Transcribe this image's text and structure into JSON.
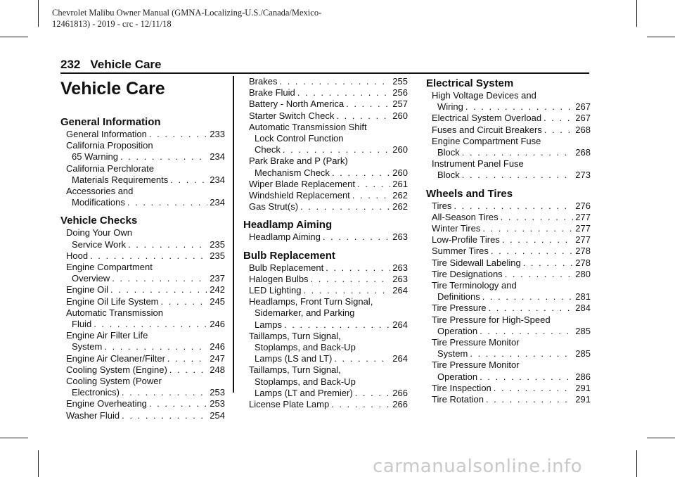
{
  "running_header": {
    "line1": "Chevrolet Malibu Owner Manual (GMNA-Localizing-U.S./Canada/Mexico-",
    "line2": "12461813) - 2019 - crc - 12/11/18"
  },
  "page_number": "232",
  "page_section": "Vehicle Care",
  "chapter_title": "Vehicle Care",
  "columns": [
    [
      {
        "title": "General Information",
        "entries": [
          {
            "lines": [
              "General Information"
            ],
            "page": "233"
          },
          {
            "lines": [
              "California Proposition",
              "65 Warning"
            ],
            "page": "234"
          },
          {
            "lines": [
              "California Perchlorate",
              "Materials Requirements"
            ],
            "page": "234"
          },
          {
            "lines": [
              "Accessories and",
              "Modifications"
            ],
            "page": "234"
          }
        ]
      },
      {
        "title": "Vehicle Checks",
        "entries": [
          {
            "lines": [
              "Doing Your Own",
              "Service Work"
            ],
            "page": "235"
          },
          {
            "lines": [
              "Hood"
            ],
            "page": "235"
          },
          {
            "lines": [
              "Engine Compartment",
              "Overview"
            ],
            "page": "237"
          },
          {
            "lines": [
              "Engine Oil"
            ],
            "page": "242"
          },
          {
            "lines": [
              "Engine Oil Life System"
            ],
            "page": "245"
          },
          {
            "lines": [
              "Automatic Transmission",
              "Fluid"
            ],
            "page": "246"
          },
          {
            "lines": [
              "Engine Air Filter Life",
              "System"
            ],
            "page": "246"
          },
          {
            "lines": [
              "Engine Air Cleaner/Filter"
            ],
            "page": "247"
          },
          {
            "lines": [
              "Cooling System (Engine)"
            ],
            "page": "248"
          },
          {
            "lines": [
              "Cooling System (Power",
              "Electronics)"
            ],
            "page": "253"
          },
          {
            "lines": [
              "Engine Overheating"
            ],
            "page": "253"
          },
          {
            "lines": [
              "Washer Fluid"
            ],
            "page": "254"
          }
        ]
      }
    ],
    [
      {
        "title": "",
        "entries": [
          {
            "lines": [
              "Brakes"
            ],
            "page": "255"
          },
          {
            "lines": [
              "Brake Fluid"
            ],
            "page": "256"
          },
          {
            "lines": [
              "Battery - North America"
            ],
            "page": "257"
          },
          {
            "lines": [
              "Starter Switch Check"
            ],
            "page": "260"
          },
          {
            "lines": [
              "Automatic Transmission Shift",
              "Lock Control Function",
              "Check"
            ],
            "page": "260"
          },
          {
            "lines": [
              "Park Brake and P (Park)",
              "Mechanism Check"
            ],
            "page": "260"
          },
          {
            "lines": [
              "Wiper Blade Replacement"
            ],
            "page": "261"
          },
          {
            "lines": [
              "Windshield Replacement"
            ],
            "page": "262"
          },
          {
            "lines": [
              "Gas Strut(s)"
            ],
            "page": "262"
          }
        ]
      },
      {
        "title": "Headlamp Aiming",
        "entries": [
          {
            "lines": [
              "Headlamp Aiming"
            ],
            "page": "263"
          }
        ]
      },
      {
        "title": "Bulb Replacement",
        "entries": [
          {
            "lines": [
              "Bulb Replacement"
            ],
            "page": "263"
          },
          {
            "lines": [
              "Halogen Bulbs"
            ],
            "page": "263"
          },
          {
            "lines": [
              "LED Lighting"
            ],
            "page": "264"
          },
          {
            "lines": [
              "Headlamps, Front Turn Signal,",
              "Sidemarker, and Parking",
              "Lamps"
            ],
            "page": "264"
          },
          {
            "lines": [
              "Taillamps, Turn Signal,",
              "Stoplamps, and Back-Up",
              "Lamps (LS and LT)"
            ],
            "page": "264"
          },
          {
            "lines": [
              "Taillamps, Turn Signal,",
              "Stoplamps, and Back-Up",
              "Lamps (LT and Premier)"
            ],
            "page": "266"
          },
          {
            "lines": [
              "License Plate Lamp"
            ],
            "page": "266"
          }
        ]
      }
    ],
    [
      {
        "title": "Electrical System",
        "entries": [
          {
            "lines": [
              "High Voltage Devices and",
              "Wiring"
            ],
            "page": "267"
          },
          {
            "lines": [
              "Electrical System Overload"
            ],
            "page": "267"
          },
          {
            "lines": [
              "Fuses and Circuit Breakers"
            ],
            "page": "268"
          },
          {
            "lines": [
              "Engine Compartment Fuse",
              "Block"
            ],
            "page": "268"
          },
          {
            "lines": [
              "Instrument Panel Fuse",
              "Block"
            ],
            "page": "273"
          }
        ]
      },
      {
        "title": "Wheels and Tires",
        "entries": [
          {
            "lines": [
              "Tires"
            ],
            "page": "276"
          },
          {
            "lines": [
              "All-Season Tires"
            ],
            "page": "277"
          },
          {
            "lines": [
              "Winter Tires"
            ],
            "page": "277"
          },
          {
            "lines": [
              "Low-Profile Tires"
            ],
            "page": "277"
          },
          {
            "lines": [
              "Summer Tires"
            ],
            "page": "278"
          },
          {
            "lines": [
              "Tire Sidewall Labeling"
            ],
            "page": "278"
          },
          {
            "lines": [
              "Tire Designations"
            ],
            "page": "280"
          },
          {
            "lines": [
              "Tire Terminology and",
              "Definitions"
            ],
            "page": "281"
          },
          {
            "lines": [
              "Tire Pressure"
            ],
            "page": "284"
          },
          {
            "lines": [
              "Tire Pressure for High-Speed",
              "Operation"
            ],
            "page": "285"
          },
          {
            "lines": [
              "Tire Pressure Monitor",
              "System"
            ],
            "page": "285"
          },
          {
            "lines": [
              "Tire Pressure Monitor",
              "Operation"
            ],
            "page": "286"
          },
          {
            "lines": [
              "Tire Inspection"
            ],
            "page": "291"
          },
          {
            "lines": [
              "Tire Rotation"
            ],
            "page": "291"
          }
        ]
      }
    ]
  ],
  "watermark": "carmanualsonline.info"
}
